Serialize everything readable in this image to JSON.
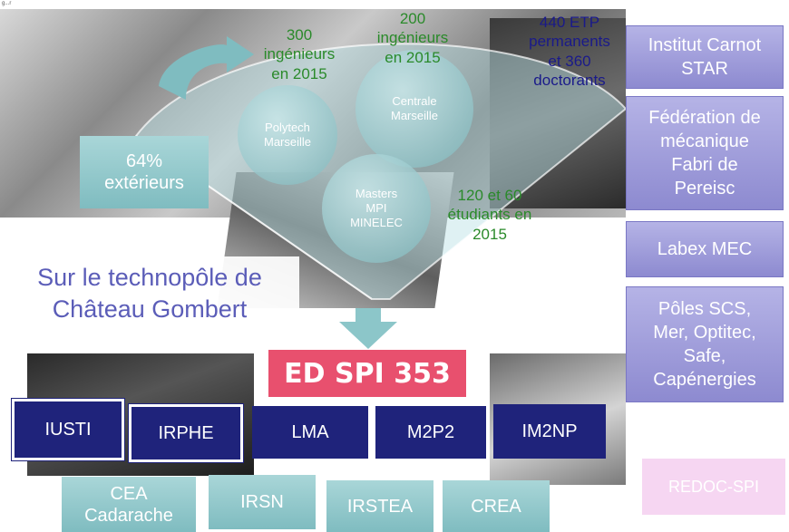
{
  "corner_text": "g...r",
  "schools": {
    "polytech": {
      "line1": "Polytech",
      "line2": "Marseille",
      "stat": [
        "300",
        "ingénieurs",
        "en 2015"
      ]
    },
    "centrale": {
      "line1": "Centrale",
      "line2": "Marseille",
      "stat": [
        "200",
        "ingénieurs",
        "en 2015"
      ]
    },
    "masters": {
      "line1": "Masters",
      "line2": "MPI",
      "line3": "MINELEC",
      "stat": [
        "120 et 60",
        "étudiants en",
        "2015"
      ]
    }
  },
  "etp": [
    "440 ETP",
    "permanents",
    "et 360",
    "doctorants"
  ],
  "exterieurs": [
    "64%",
    "extérieurs"
  ],
  "technopole": [
    "Sur le technopôle de",
    "Château Gombert"
  ],
  "ed_title": "ED SPI 353",
  "right_boxes": [
    {
      "lines": [
        "Institut Carnot",
        "STAR"
      ]
    },
    {
      "lines": [
        "Fédération de",
        "mécanique",
        "Fabri de",
        "Pereisc"
      ]
    },
    {
      "lines": [
        "Labex MEC"
      ]
    },
    {
      "lines": [
        "Pôles SCS,",
        "Mer, Optitec,",
        "Safe,",
        "Capénergies"
      ]
    }
  ],
  "labs": [
    "IUSTI",
    "IRPHE",
    "LMA",
    "M2P2",
    "IM2NP"
  ],
  "partners": [
    [
      "CEA",
      "Cadarache"
    ],
    [
      "IRSN"
    ],
    [
      "IRSTEA"
    ],
    [
      "CREA"
    ]
  ],
  "redoc": "REDOC-SPI",
  "colors": {
    "accent": "#e8506e",
    "navy": "#1f237b",
    "teal": "#8cc6c9",
    "lavender": "#a5a3de",
    "green": "#2a8a2a"
  }
}
